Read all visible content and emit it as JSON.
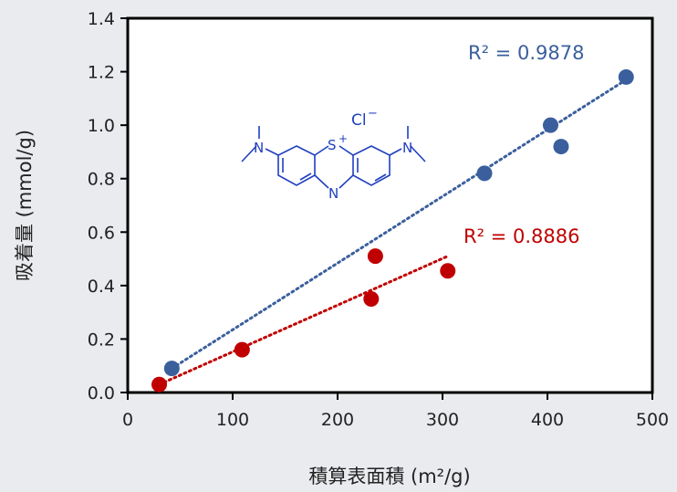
{
  "chart_data": {
    "type": "scatter",
    "xlabel": "積算表面積 (m²/g)",
    "ylabel": "吸着量 (mmol/g)",
    "xlim": [
      0,
      500
    ],
    "ylim": [
      0,
      1.4
    ],
    "xticks": [
      0,
      100,
      200,
      300,
      400,
      500
    ],
    "yticks": [
      0.0,
      0.2,
      0.4,
      0.6,
      0.8,
      1.0,
      1.2,
      1.4
    ],
    "xtick_labels": [
      "0",
      "100",
      "200",
      "300",
      "400",
      "500"
    ],
    "ytick_labels": [
      "0.0",
      "0.2",
      "0.4",
      "0.6",
      "0.8",
      "1.0",
      "1.2",
      "1.4"
    ],
    "grid": false,
    "series": [
      {
        "color": "#3a5f9c",
        "points": [
          {
            "x": 42,
            "y": 0.09
          },
          {
            "x": 340,
            "y": 0.82
          },
          {
            "x": 403,
            "y": 1.0
          },
          {
            "x": 413,
            "y": 0.92
          },
          {
            "x": 475,
            "y": 1.18
          }
        ],
        "trendline": {
          "x0": 42,
          "y0": 0.09,
          "x1": 475,
          "y1": 1.17
        },
        "r2_label": "R² = 0.9878"
      },
      {
        "color": "#c00000",
        "points": [
          {
            "x": 30,
            "y": 0.03
          },
          {
            "x": 109,
            "y": 0.16
          },
          {
            "x": 232,
            "y": 0.35
          },
          {
            "x": 236,
            "y": 0.51
          },
          {
            "x": 305,
            "y": 0.455
          }
        ],
        "trendline": {
          "x0": 30,
          "y0": 0.03,
          "x1": 305,
          "y1": 0.51
        },
        "r2_label": "R² = 0.8886"
      }
    ],
    "annotations": {
      "molecule_sulfur": "S",
      "molecule_plus": "+",
      "molecule_nitrogen": "N",
      "counter_ion": "Cl",
      "counter_ion_charge": "−"
    }
  }
}
